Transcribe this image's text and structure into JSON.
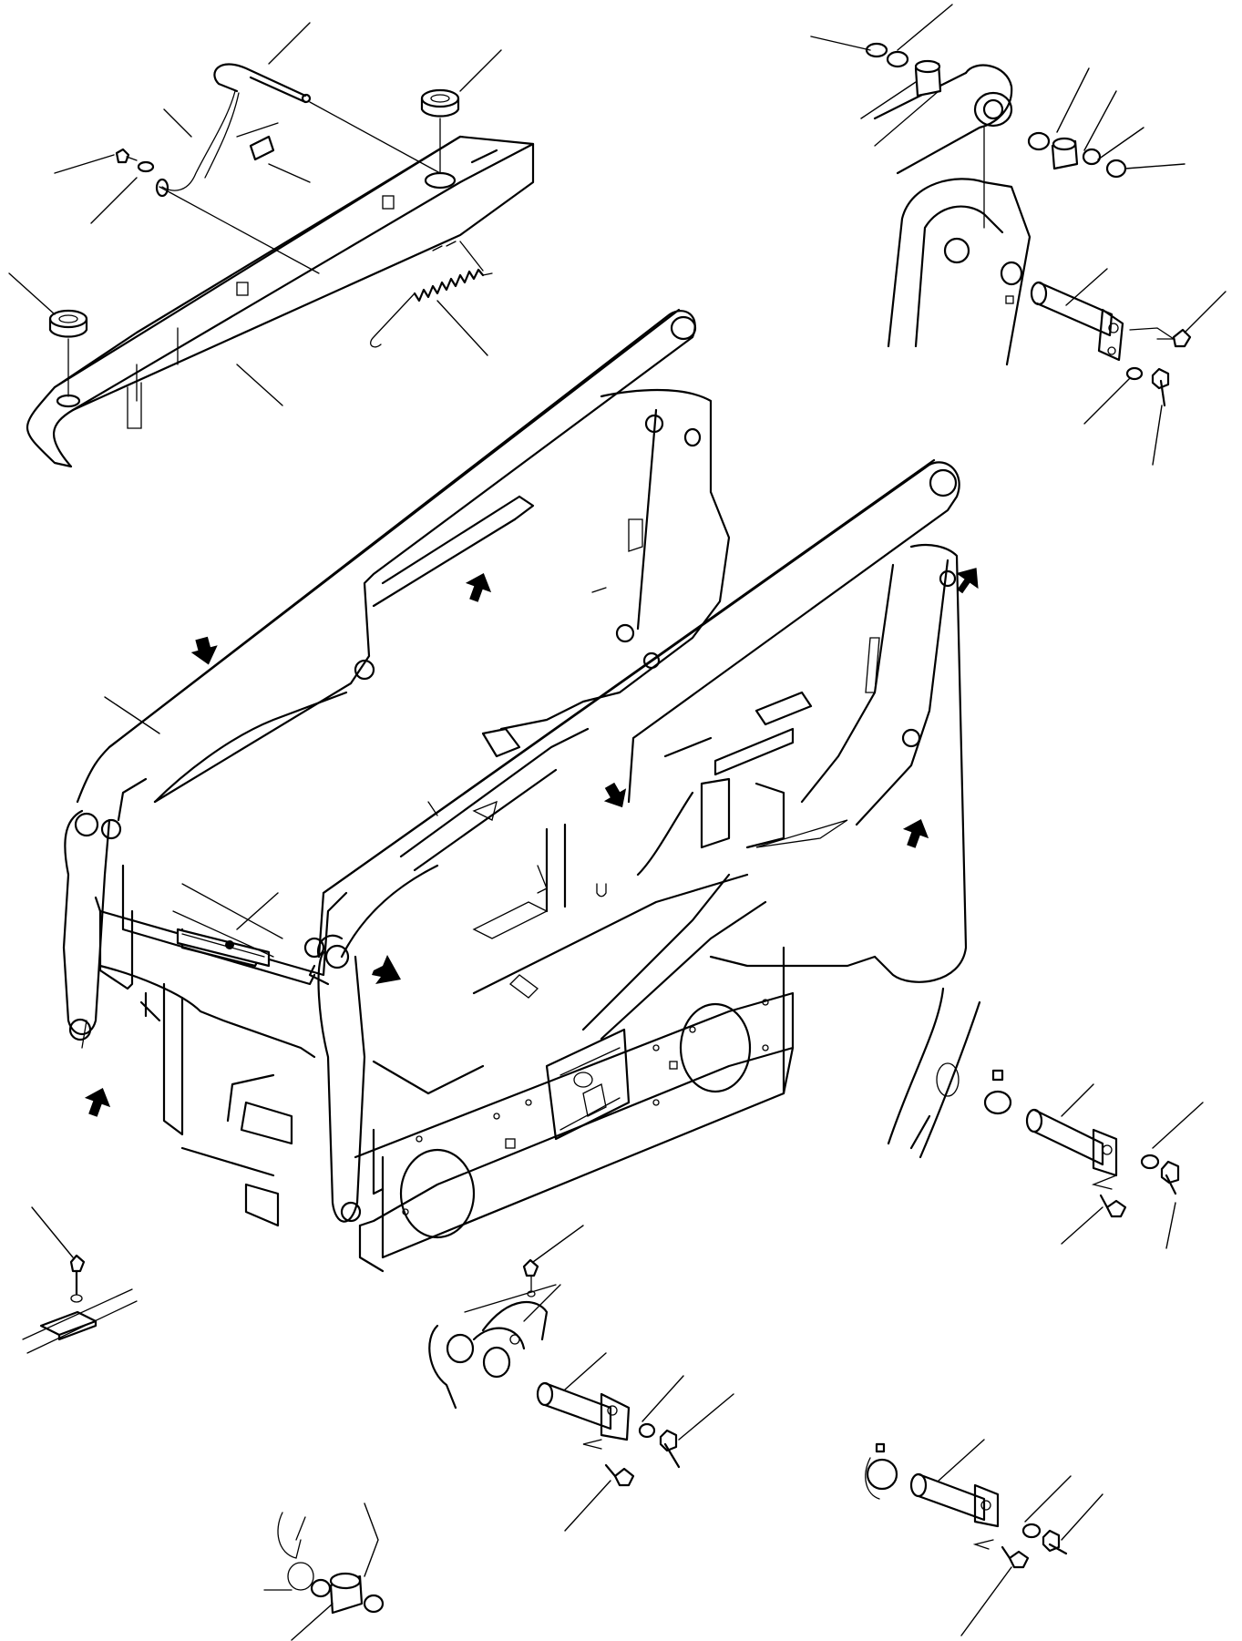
{
  "diagram": {
    "type": "exploded-parts-view",
    "line_color": "#000000",
    "background": "#ffffff",
    "leader_lines": 34,
    "direction_arrows": 8,
    "labels": []
  }
}
